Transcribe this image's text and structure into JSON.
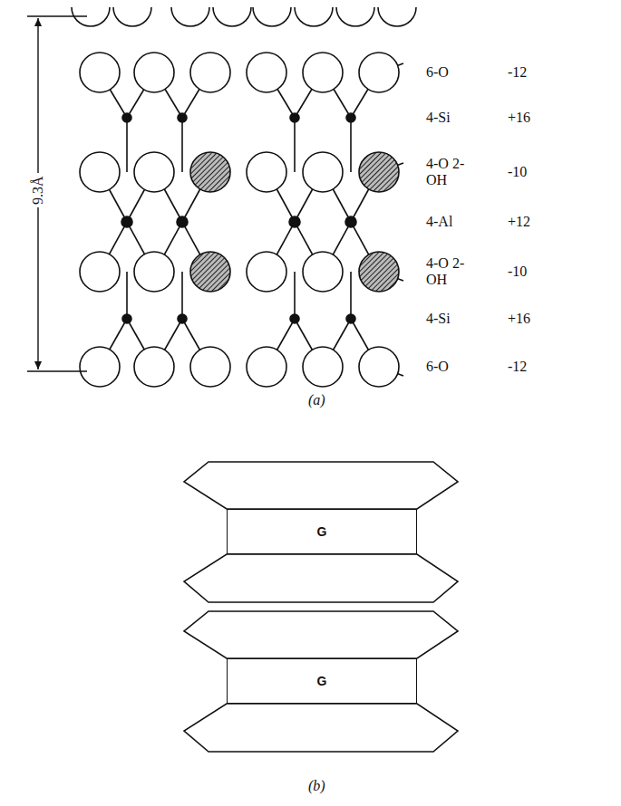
{
  "diagram": {
    "nodes": [
      {
        "text": [
          "G"
        ]
      },
      {
        "text": [
          "G"
        ]
      }
    ],
    "labels": [
      "9.3Å",
      "6-O",
      "-12",
      "4-Si",
      "+16",
      "4-O 2-OH",
      "-10",
      "4-Al",
      "+12",
      "4-O 2-OH",
      "-10",
      "4-Si",
      "+16",
      "6-O",
      "-12",
      "(a)",
      "(b)"
    ]
  }
}
